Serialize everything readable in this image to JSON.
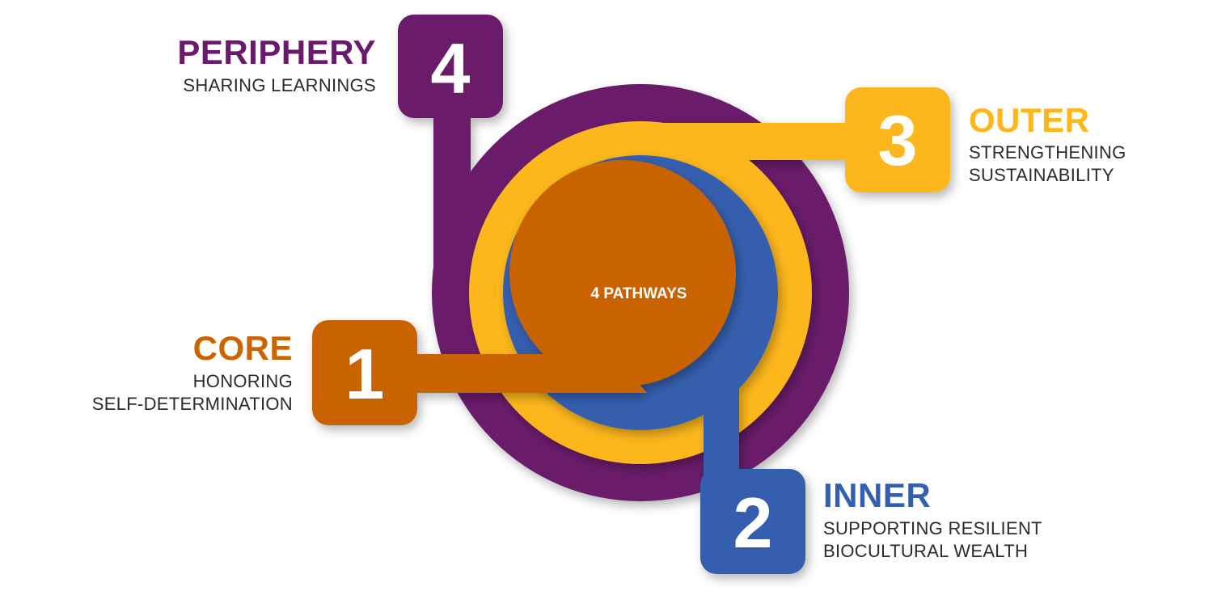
{
  "center_label": "4 PATHWAYS",
  "colors": {
    "core": "#c96400",
    "inner": "#345fae",
    "outer": "#fdb71b",
    "periphery": "#6a1a6a",
    "number_text": "#ffffff"
  },
  "pathways": [
    {
      "number": "1",
      "title": "CORE",
      "subtitle_line1": "HONORING",
      "subtitle_line2": "SELF-DETERMINATION"
    },
    {
      "number": "2",
      "title": "INNER",
      "subtitle_line1": "SUPPORTING RESILIENT",
      "subtitle_line2": "BIOCULTURAL WEALTH"
    },
    {
      "number": "3",
      "title": "OUTER",
      "subtitle_line1": "STRENGTHENING",
      "subtitle_line2": "SUSTAINABILITY"
    },
    {
      "number": "4",
      "title": "PERIPHERY",
      "subtitle_line1": "SHARING LEARNINGS",
      "subtitle_line2": ""
    }
  ]
}
